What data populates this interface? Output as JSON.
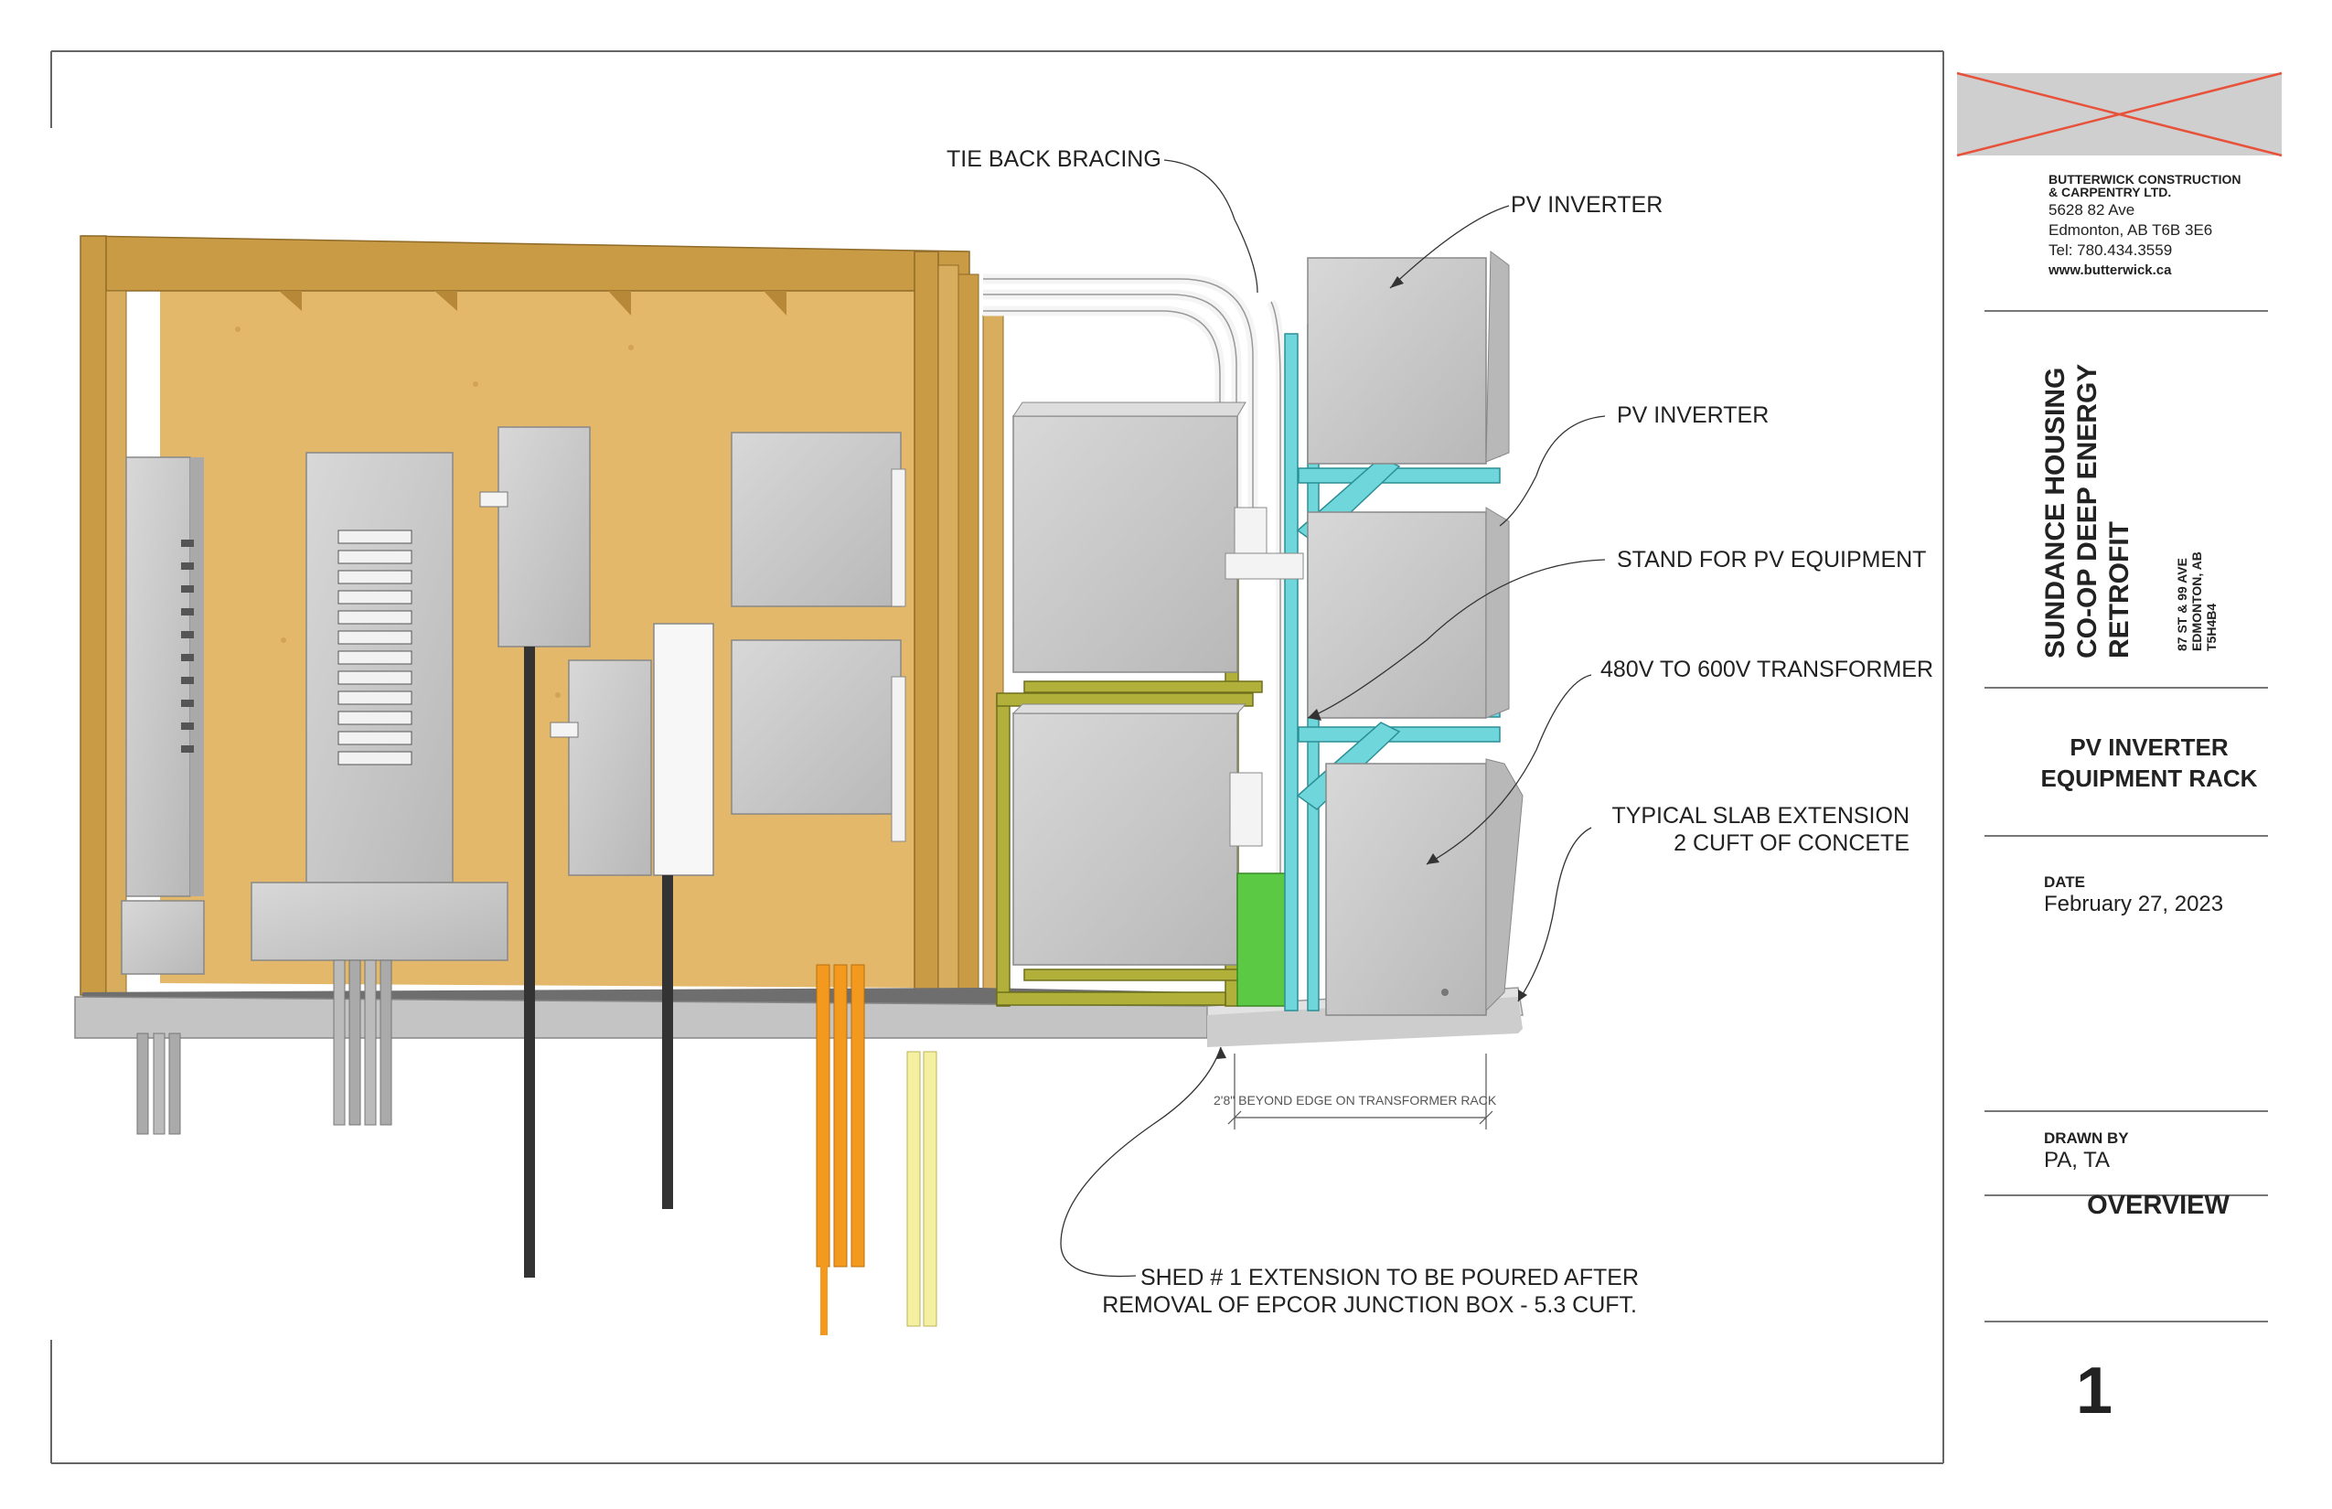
{
  "company": {
    "name_line1": "BUTTERWICK CONSTRUCTION",
    "name_line2": "& CARPENTRY LTD.",
    "street": "5628 82 Ave",
    "city": "Edmonton, AB T6B 3E6",
    "tel": "Tel: 780.434.3559",
    "web": "www.butterwick.ca"
  },
  "project": {
    "line1": "SUNDANCE HOUSING",
    "line2": "CO-OP DEEP ENERGY",
    "line3": "RETROFIT",
    "address1": "87 ST & 99 AVE",
    "address2": "EDMONTON, AB",
    "address3": "T5H4B4"
  },
  "sheet": {
    "title_line1": "PV INVERTER",
    "title_line2": "EQUIPMENT RACK",
    "date_label": "DATE",
    "date": "February 27, 2023",
    "drawn_label": "DRAWN BY",
    "drawn_by": "PA, TA",
    "view": "OVERVIEW",
    "number": "1"
  },
  "callouts": {
    "tie_back": "TIE BACK BRACING",
    "pv_inverter_1": "PV INVERTER",
    "pv_inverter_2": "PV INVERTER",
    "stand": "STAND FOR PV EQUIPMENT",
    "transformer": "480V TO 600V TRANSFORMER",
    "slab_line1": "TYPICAL SLAB EXTENSION",
    "slab_line2": "2 CUFT OF CONCETE",
    "shed_line1": "SHED # 1 EXTENSION TO BE POURED AFTER",
    "shed_line2": "REMOVAL OF EPCOR JUNCTION BOX  - 5.3 CUFT.",
    "dimension": "2'8\" BEYOND EDGE ON TRANSFORMER RACK"
  },
  "colors": {
    "plywood": "#e2b665",
    "lumber": "#c99b45",
    "equipment": "#c9c9c9",
    "stand": "#6fd6dc",
    "rack": "#9a9a2c",
    "concrete": "#c4c4c4",
    "conduit_orange": "#f39a1e",
    "conduit_yellow": "#f4f0a0",
    "green_box": "#5cc945",
    "logo_x": "#e8513a"
  }
}
